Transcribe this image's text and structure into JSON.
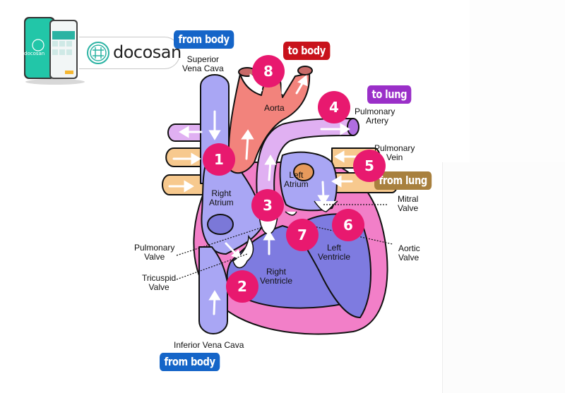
{
  "brand": {
    "name": "docosan",
    "phone_screen_label": "docosan",
    "color": "#2bb3a3"
  },
  "badges": {
    "from_body_top": {
      "text": "from body",
      "color": "#1565c8"
    },
    "to_body": {
      "text": "to body",
      "color": "#c8121b"
    },
    "to_lung": {
      "text": "to lung",
      "color": "#9a2fc8"
    },
    "from_lung": {
      "text": "from lung",
      "color": "#a8803e"
    },
    "from_body_bottom": {
      "text": "from body",
      "color": "#1565c8"
    }
  },
  "labels": {
    "superior_vena_cava": [
      "Superior",
      "Vena Cava"
    ],
    "aorta": "Aorta",
    "pulmonary_artery": [
      "Pulmonary",
      "Artery"
    ],
    "pulmonary_vein": [
      "Pulmonary",
      "Vein"
    ],
    "right_atrium": [
      "Right",
      "Atrium"
    ],
    "left_atrium": [
      "Left",
      "Atrium"
    ],
    "mitral_valve": [
      "Mitral",
      "Valve"
    ],
    "aortic_valve": [
      "Aortic",
      "Valve"
    ],
    "pulmonary_valve": [
      "Pulmonary",
      "Valve"
    ],
    "tricuspid_valve": [
      "Tricuspid",
      "Valve"
    ],
    "right_ventricle": [
      "Right",
      "Ventricle"
    ],
    "left_ventricle": [
      "Left",
      "Ventricle"
    ],
    "inferior_vena_cava": "Inferior Vena Cava"
  },
  "steps": [
    "1",
    "2",
    "3",
    "4",
    "5",
    "6",
    "7",
    "8"
  ],
  "colors": {
    "step_marker": "#e8196f",
    "deoxygenated": "#a9a6f4",
    "oxygenated": "#f2837c",
    "pulmonary_artery": "#e0b0f2",
    "pulmonary_vein": "#f7c98e",
    "myocardium": "#f27fc8"
  }
}
